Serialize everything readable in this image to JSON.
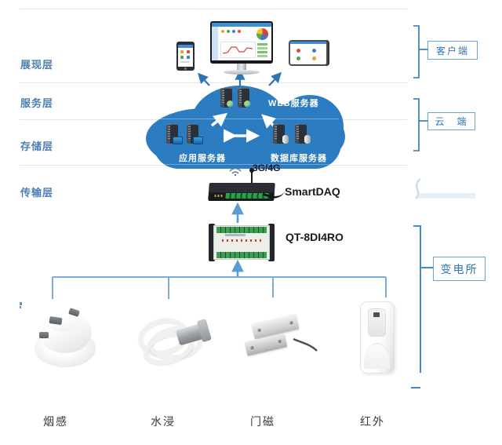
{
  "layers": {
    "items": [
      {
        "label": "展现层"
      },
      {
        "label": "服务层"
      },
      {
        "label": "存储层"
      },
      {
        "label": "传输层"
      }
    ]
  },
  "cloud": {
    "web_server_label": "WEB服务器",
    "app_server_label": "应用服务器",
    "db_server_label": "数据库服务器"
  },
  "network": {
    "link_label": "3G/4G"
  },
  "devices": {
    "gateway_label": "SmartDAQ",
    "io_module_label": "QT-8DI4RO"
  },
  "sensors": {
    "items": [
      {
        "label": "烟感"
      },
      {
        "label": "水浸"
      },
      {
        "label": "门磁"
      },
      {
        "label": "红外"
      }
    ]
  },
  "right_tags": {
    "client": "客户端",
    "cloud": "云　端",
    "substation": "变电所"
  },
  "colors": {
    "cloud_fill": "#2b7cc0",
    "arrow_blue": "#2e75b6",
    "arrow_light_blue": "#5b9bd5",
    "bus_line": "#7aadd9",
    "layer_label_text": "#4d7fb3",
    "tag_text": "#2f74ba",
    "tag_border": "#6ba3d6"
  }
}
